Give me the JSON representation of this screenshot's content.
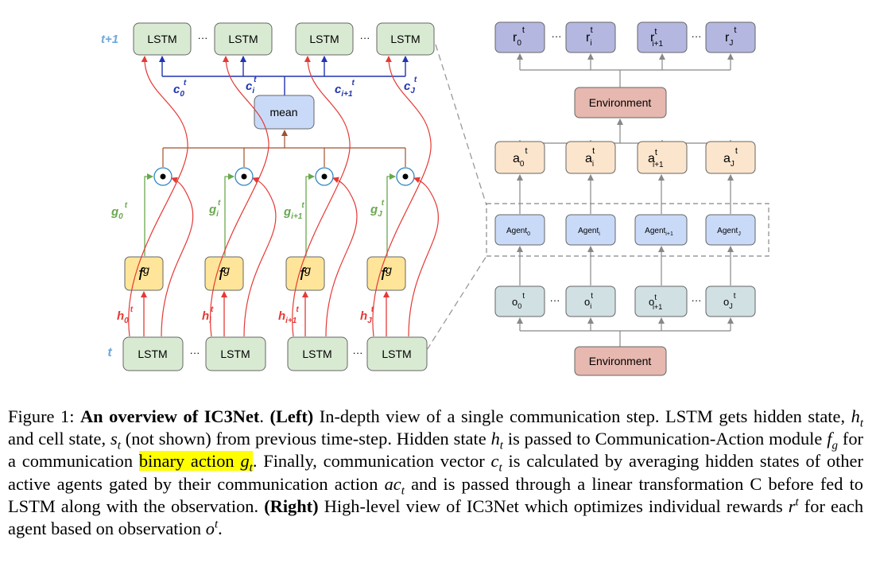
{
  "colors": {
    "lstm_fill": "#d9ead3",
    "lstm_stroke": "#6b6b6b",
    "fg_fill": "#ffe599",
    "mean_fill": "#c9daf8",
    "agent_fill": "#c9daf8",
    "obs_fill": "#d0e0e3",
    "action_fill": "#fce5cd",
    "reward_fill": "#b4b7e0",
    "env_fill": "#e6b8af",
    "red": "#e53935",
    "blue": "#2234b0",
    "green": "#6aa84f",
    "time_label": "#6fa8dc",
    "highlight": "#ffff00"
  },
  "left": {
    "time_top": "t+1",
    "time_bottom": "t",
    "lstm_label": "LSTM",
    "mean_label": "mean",
    "fg_base": "f",
    "fg_sup": "g",
    "ellipsis": "···",
    "gate_symbol": "•",
    "c_labels": [
      {
        "base": "c",
        "sub": "0",
        "sup": "t"
      },
      {
        "base": "c",
        "sub": "i",
        "sup": "t"
      },
      {
        "base": "c",
        "sub": "i+1",
        "sup": "t"
      },
      {
        "base": "c",
        "sub": "J",
        "sup": "t"
      }
    ],
    "g_labels": [
      {
        "base": "g",
        "sub": "0",
        "sup": "t"
      },
      {
        "base": "g",
        "sub": "i",
        "sup": "t"
      },
      {
        "base": "g",
        "sub": "i+1",
        "sup": "t"
      },
      {
        "base": "g",
        "sub": "J",
        "sup": "t"
      }
    ],
    "h_labels": [
      {
        "base": "h",
        "sub": "0",
        "sup": "t"
      },
      {
        "base": "h",
        "sub": "i",
        "sup": "t"
      },
      {
        "base": "h",
        "sub": "i+1",
        "sup": "t"
      },
      {
        "base": "h",
        "sub": "J",
        "sup": "t"
      }
    ]
  },
  "right": {
    "environment_label": "Environment",
    "ellipsis": "···",
    "rewards": [
      {
        "base": "r",
        "sub": "0",
        "sup": "t"
      },
      {
        "base": "r",
        "sub": "i",
        "sup": "t"
      },
      {
        "base": "r",
        "sub": "i+1",
        "sup": "t"
      },
      {
        "base": "r",
        "sub": "J",
        "sup": "t"
      }
    ],
    "actions": [
      {
        "base": "a",
        "sub": "0",
        "sup": "t"
      },
      {
        "base": "a",
        "sub": "i",
        "sup": "t"
      },
      {
        "base": "a",
        "sub": "i+1",
        "sup": "t"
      },
      {
        "base": "a",
        "sub": "J",
        "sup": "t"
      }
    ],
    "agents": [
      {
        "base": "Agent",
        "sub": "0"
      },
      {
        "base": "Agent",
        "sub": "i"
      },
      {
        "base": "Agent",
        "sub": "i+1"
      },
      {
        "base": "Agent",
        "sub": "J"
      }
    ],
    "observations": [
      {
        "base": "o",
        "sub": "0",
        "sup": "t"
      },
      {
        "base": "o",
        "sub": "i",
        "sup": "t"
      },
      {
        "base": "o",
        "sub": "i+1",
        "sup": "t"
      },
      {
        "base": "o",
        "sub": "J",
        "sup": "t"
      }
    ]
  },
  "caption": {
    "fig_label": "Figure 1:",
    "title": "An overview of IC3Net",
    "dot": ".",
    "left_tag": "(Left)",
    "s1": "In-depth view of a single communication step. LSTM gets hidden state,",
    "h_t": "h",
    "t_sub": "t",
    "s2": "and cell state,",
    "s_t": "s",
    "s3": "(not shown) from previous time-step. Hidden state",
    "s4": "is passed to Communication-Action module",
    "f_g": "f",
    "g_sub": "g",
    "s5": "for a communication",
    "highlight_text": "binary action",
    "g_t": "g",
    "s6": ". Finally, communication vector",
    "c_t": "c",
    "s7": "is calculated by averaging hidden states of other active agents gated by their communication action",
    "ac_t": "ac",
    "s8": "and is passed through a linear transformation C before fed to LSTM along with the observation.",
    "right_tag": "(Right)",
    "s9": "High-level view of IC3Net which optimizes individual rewards",
    "r_t": "r",
    "t_sup": "t",
    "s10": "for each agent based on observation",
    "o_t": "o",
    "s11": "."
  }
}
